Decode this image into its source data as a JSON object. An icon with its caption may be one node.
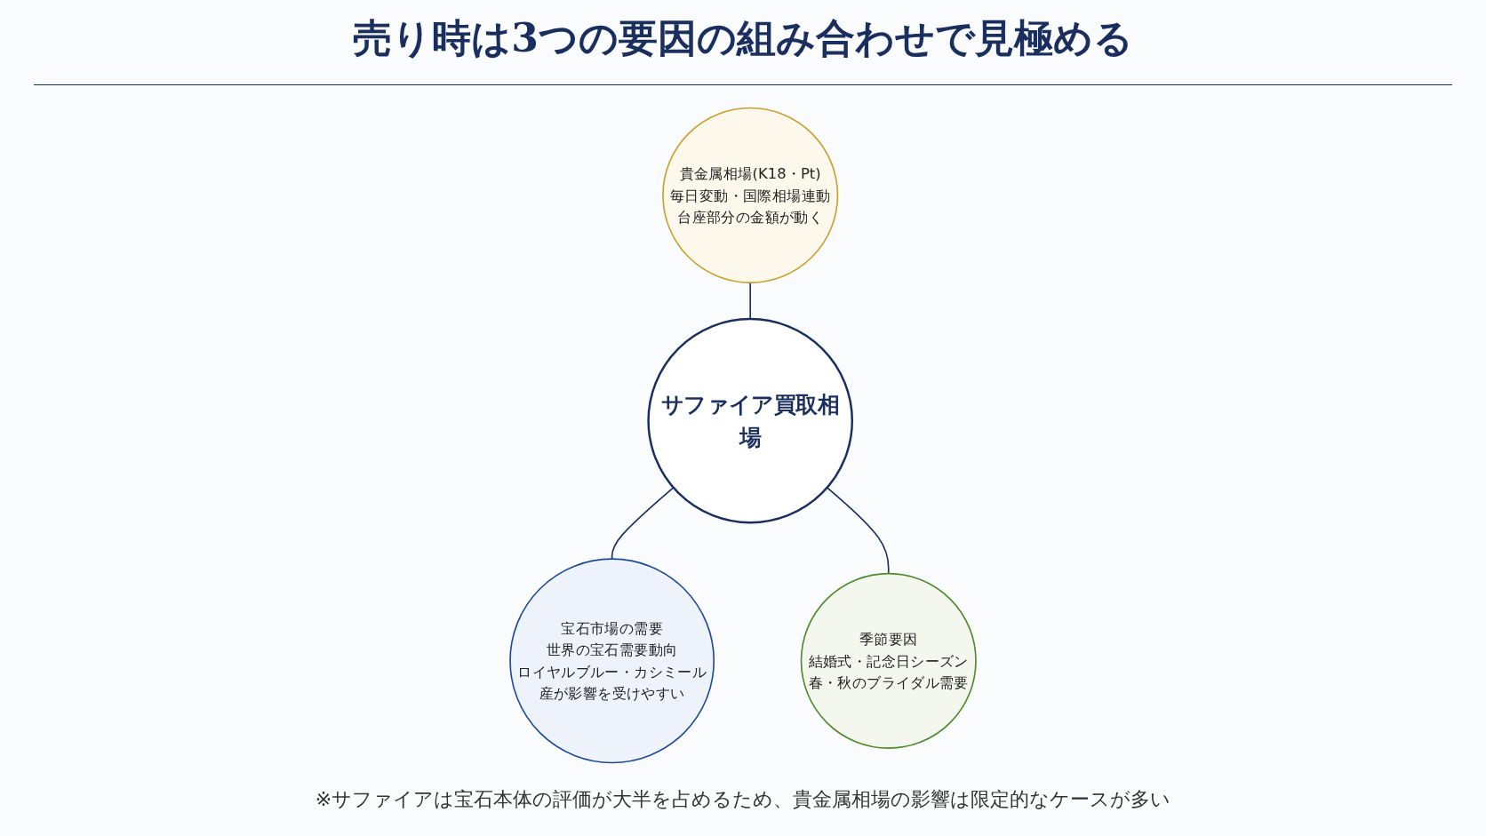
{
  "diagram": {
    "title": "売り時は3つの要因の組み合わせで見極める",
    "nodes": [
      {
        "text": [
          "貴金属相場(K18・Pt)",
          "毎日変動・国際相場連動",
          "台座部分の金額が動く"
        ]
      },
      {
        "text": [
          "宝石市場の需要",
          "世界の宝石需要動向",
          "ロイヤルブルー・カシミール産が影響を受けやすい"
        ]
      },
      {
        "text": [
          "サファイア買取相場"
        ]
      },
      {
        "text": [
          "季節要因",
          "結婚式・記念日シーズン",
          "春・秋のブライダル需要"
        ]
      }
    ],
    "edges": [
      {
        "from": 0,
        "to": 2,
        "arrow": "none"
      },
      {
        "from": 2,
        "to": 1,
        "arrow": "none"
      },
      {
        "from": 2,
        "to": 3,
        "arrow": "none"
      }
    ],
    "caption": "※サファイアは宝石本体の評価が大半を占めるため、貴金属相場の影響は限定的なケースが多い"
  }
}
